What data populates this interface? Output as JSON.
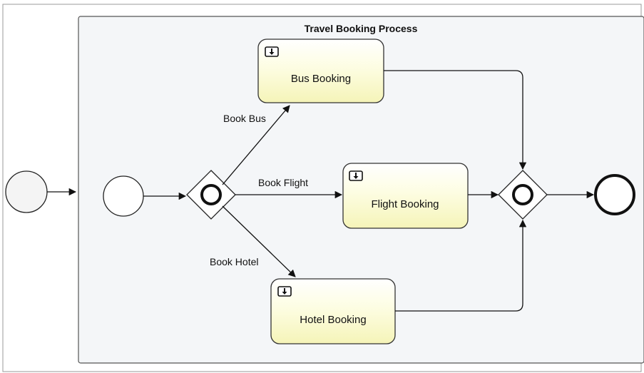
{
  "diagram": {
    "subprocess_title": "Travel Booking Process",
    "tasks": {
      "bus": "Bus Booking",
      "flight": "Flight Booking",
      "hotel": "Hotel Booking"
    },
    "flows": {
      "bus": "Book Bus",
      "flight": "Book Flight",
      "hotel": "Book Hotel"
    }
  }
}
